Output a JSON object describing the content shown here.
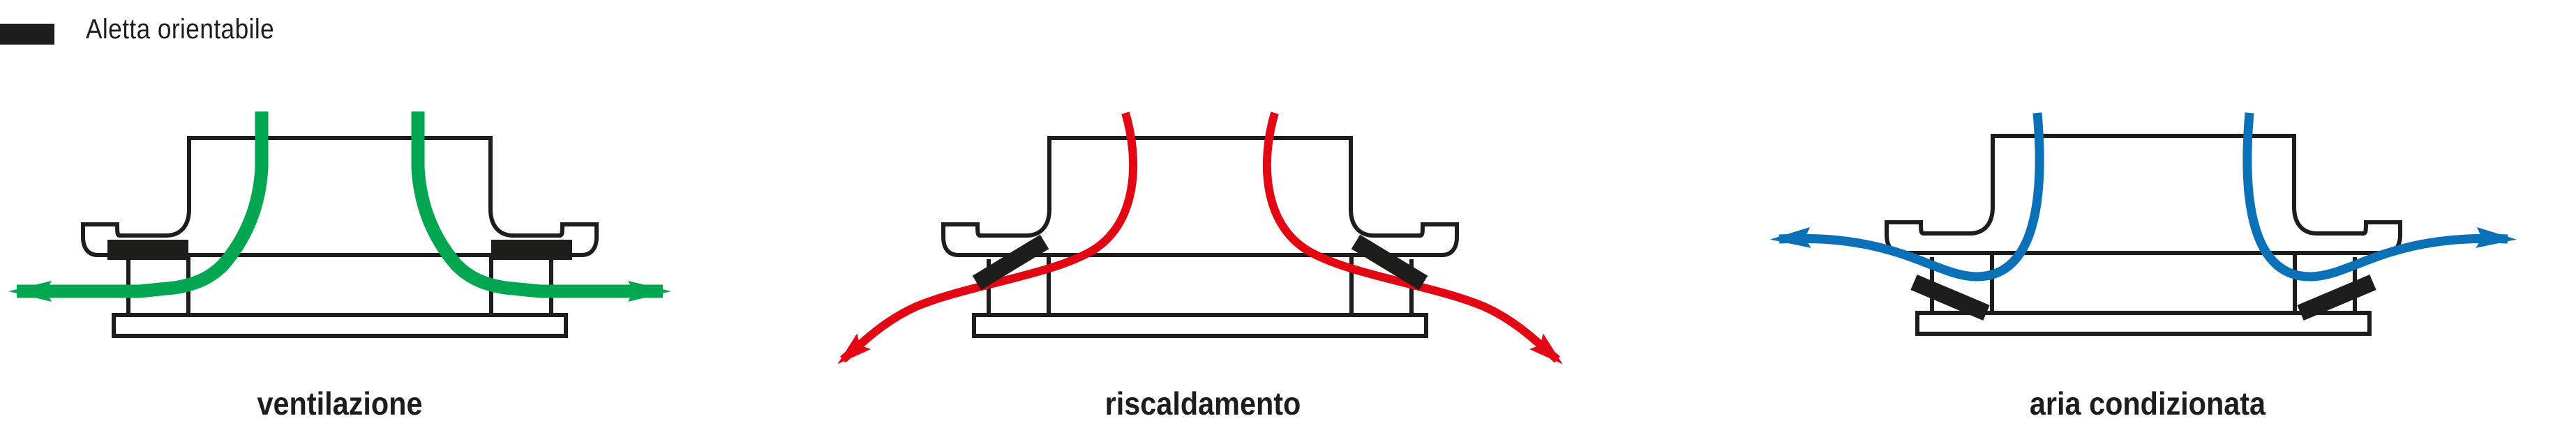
{
  "legend": {
    "label": "Aletta orientabile",
    "swatch_color": "#1d1d1b"
  },
  "diagrams": [
    {
      "caption": "ventilazione",
      "flow_color": "#00a650",
      "icon": "horizontal-flow-arrows"
    },
    {
      "caption": "riscaldamento",
      "flow_color": "#e30613",
      "icon": "downward-flow-arrows"
    },
    {
      "caption": "aria condizionata",
      "flow_color": "#0a70b8",
      "icon": "wave-horizontal-flow-arrows"
    }
  ]
}
